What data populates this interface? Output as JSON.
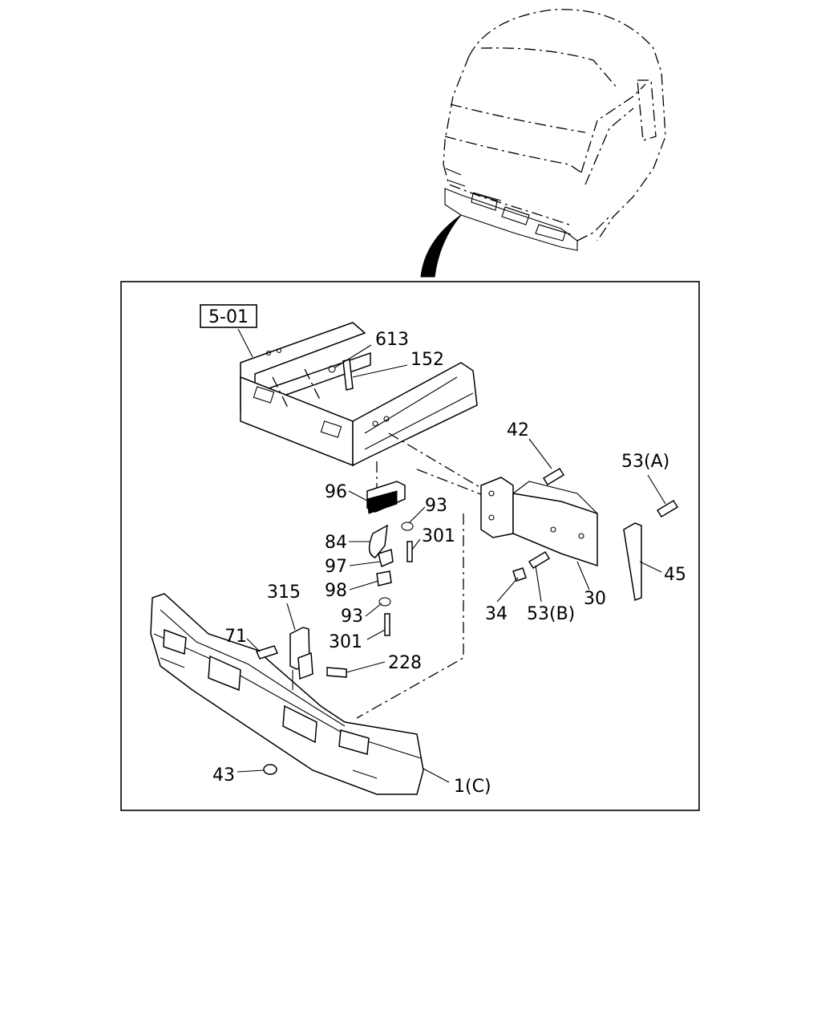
{
  "diagram": {
    "reference_box": "5-01",
    "callouts": {
      "c613": "613",
      "c152": "152",
      "c42": "42",
      "c53a": "53(A)",
      "c96": "96",
      "c93a": "93",
      "c84": "84",
      "c301a": "301",
      "c97": "97",
      "c98": "98",
      "c315": "315",
      "c93b": "93",
      "c71": "71",
      "c301b": "301",
      "c228": "228",
      "c34": "34",
      "c53b": "53(B)",
      "c30": "30",
      "c45": "45",
      "c43": "43",
      "c1c": "1(C)"
    }
  }
}
